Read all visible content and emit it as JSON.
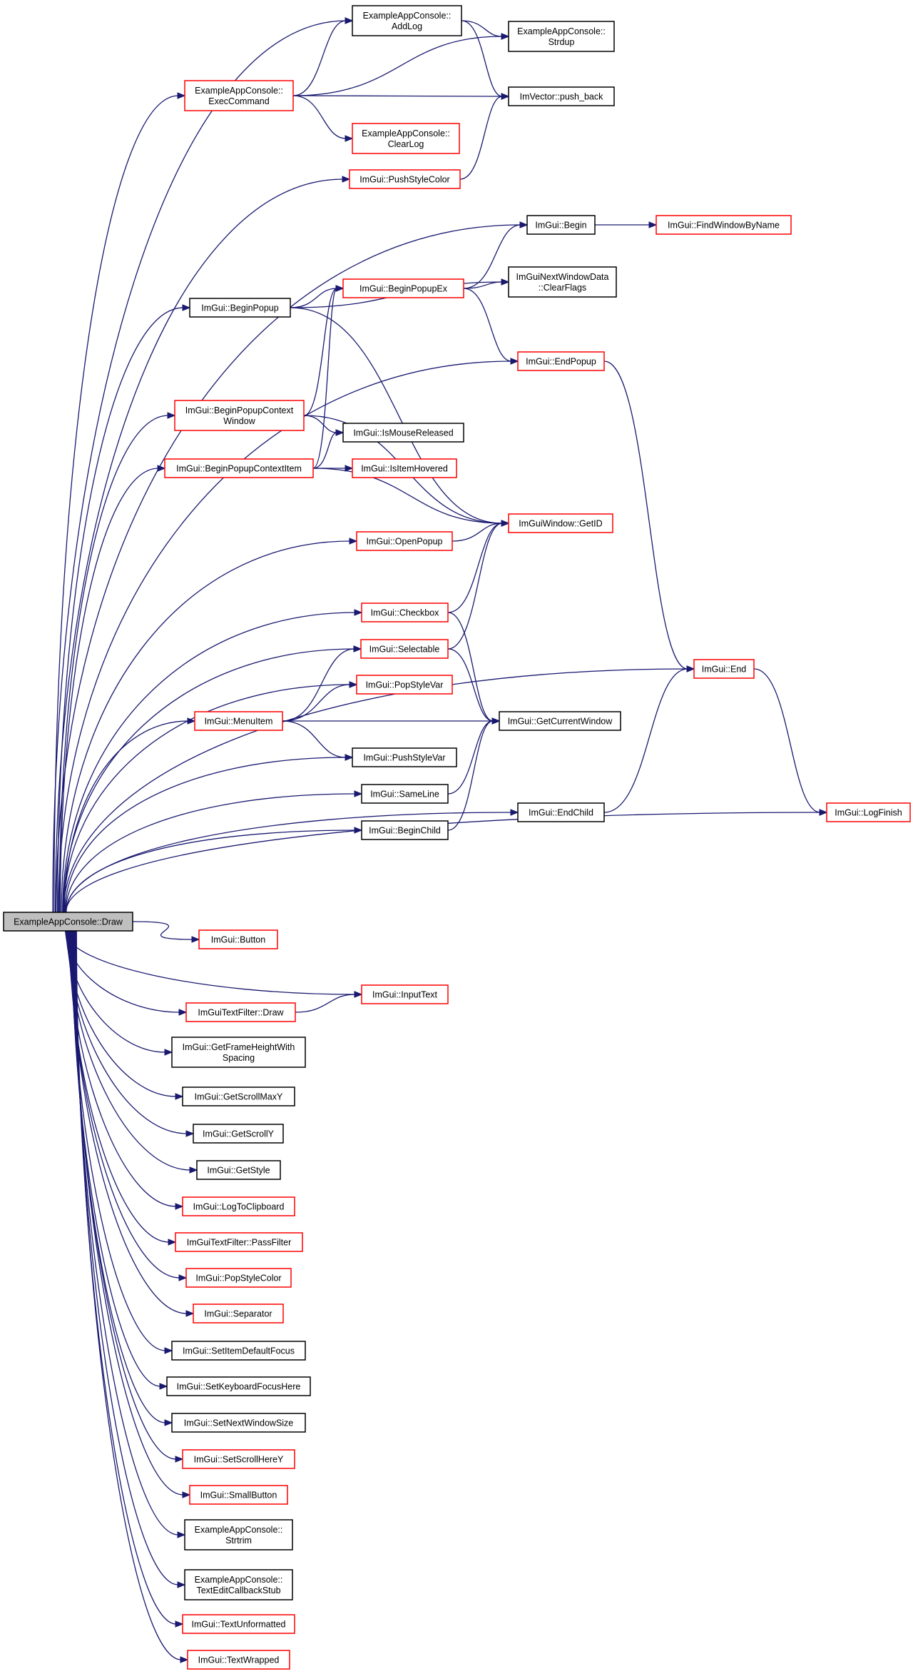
{
  "colors": {
    "edge": "#191970",
    "documented_border": "#000000",
    "undocumented_border": "#ff0000",
    "root_fill": "#bfbfbf"
  },
  "nodes": [
    {
      "id": "draw",
      "lines": [
        "ExampleAppConsole::Draw"
      ],
      "style": "root"
    },
    {
      "id": "addlog",
      "lines": [
        "ExampleAppConsole::",
        "AddLog"
      ],
      "style": "black"
    },
    {
      "id": "strdup",
      "lines": [
        "ExampleAppConsole::",
        "Strdup"
      ],
      "style": "black"
    },
    {
      "id": "exec",
      "lines": [
        "ExampleAppConsole::",
        "ExecCommand"
      ],
      "style": "red"
    },
    {
      "id": "pushback",
      "lines": [
        "ImVector::push_back"
      ],
      "style": "black"
    },
    {
      "id": "clearlog",
      "lines": [
        "ExampleAppConsole::",
        "ClearLog"
      ],
      "style": "red"
    },
    {
      "id": "pushstylecolor",
      "lines": [
        "ImGui::PushStyleColor"
      ],
      "style": "red"
    },
    {
      "id": "begin",
      "lines": [
        "ImGui::Begin"
      ],
      "style": "black"
    },
    {
      "id": "findwindow",
      "lines": [
        "ImGui::FindWindowByName"
      ],
      "style": "red"
    },
    {
      "id": "clearflags",
      "lines": [
        "ImGuiNextWindowData",
        "::ClearFlags"
      ],
      "style": "black"
    },
    {
      "id": "beginpopupex",
      "lines": [
        "ImGui::BeginPopupEx"
      ],
      "style": "red"
    },
    {
      "id": "beginpopup",
      "lines": [
        "ImGui::BeginPopup"
      ],
      "style": "black"
    },
    {
      "id": "endpopup",
      "lines": [
        "ImGui::EndPopup"
      ],
      "style": "red"
    },
    {
      "id": "bpcw",
      "lines": [
        "ImGui::BeginPopupContext",
        "Window"
      ],
      "style": "red"
    },
    {
      "id": "ismousereleased",
      "lines": [
        "ImGui::IsMouseReleased"
      ],
      "style": "black"
    },
    {
      "id": "bpci",
      "lines": [
        "ImGui::BeginPopupContextItem"
      ],
      "style": "red"
    },
    {
      "id": "isitemhovered",
      "lines": [
        "ImGui::IsItemHovered"
      ],
      "style": "red"
    },
    {
      "id": "openpopup",
      "lines": [
        "ImGui::OpenPopup"
      ],
      "style": "red"
    },
    {
      "id": "getid",
      "lines": [
        "ImGuiWindow::GetID"
      ],
      "style": "red"
    },
    {
      "id": "checkbox",
      "lines": [
        "ImGui::Checkbox"
      ],
      "style": "red"
    },
    {
      "id": "end",
      "lines": [
        "ImGui::End"
      ],
      "style": "red"
    },
    {
      "id": "selectable",
      "lines": [
        "ImGui::Selectable"
      ],
      "style": "red"
    },
    {
      "id": "popstylevar",
      "lines": [
        "ImGui::PopStyleVar"
      ],
      "style": "red"
    },
    {
      "id": "menuitem",
      "lines": [
        "ImGui::MenuItem"
      ],
      "style": "red"
    },
    {
      "id": "getcurrentwindow",
      "lines": [
        "ImGui::GetCurrentWindow"
      ],
      "style": "black"
    },
    {
      "id": "pushstylevar",
      "lines": [
        "ImGui::PushStyleVar"
      ],
      "style": "black"
    },
    {
      "id": "sameline",
      "lines": [
        "ImGui::SameLine"
      ],
      "style": "black"
    },
    {
      "id": "endchild",
      "lines": [
        "ImGui::EndChild"
      ],
      "style": "black"
    },
    {
      "id": "logfinish",
      "lines": [
        "ImGui::LogFinish"
      ],
      "style": "red"
    },
    {
      "id": "beginchild",
      "lines": [
        "ImGui::BeginChild"
      ],
      "style": "black"
    },
    {
      "id": "button",
      "lines": [
        "ImGui::Button"
      ],
      "style": "red"
    },
    {
      "id": "inputtext",
      "lines": [
        "ImGui::InputText"
      ],
      "style": "red"
    },
    {
      "id": "tfdraw",
      "lines": [
        "ImGuiTextFilter::Draw"
      ],
      "style": "red"
    },
    {
      "id": "getframeheight",
      "lines": [
        "ImGui::GetFrameHeightWith",
        "Spacing"
      ],
      "style": "black"
    },
    {
      "id": "getscrollmaxy",
      "lines": [
        "ImGui::GetScrollMaxY"
      ],
      "style": "black"
    },
    {
      "id": "getscrolly",
      "lines": [
        "ImGui::GetScrollY"
      ],
      "style": "black"
    },
    {
      "id": "getstyle",
      "lines": [
        "ImGui::GetStyle"
      ],
      "style": "black"
    },
    {
      "id": "logtoclipboard",
      "lines": [
        "ImGui::LogToClipboard"
      ],
      "style": "red"
    },
    {
      "id": "passfilter",
      "lines": [
        "ImGuiTextFilter::PassFilter"
      ],
      "style": "red"
    },
    {
      "id": "popstylecolor",
      "lines": [
        "ImGui::PopStyleColor"
      ],
      "style": "red"
    },
    {
      "id": "separator",
      "lines": [
        "ImGui::Separator"
      ],
      "style": "red"
    },
    {
      "id": "setitemdefaultfocus",
      "lines": [
        "ImGui::SetItemDefaultFocus"
      ],
      "style": "black"
    },
    {
      "id": "setkeyboardfocushere",
      "lines": [
        "ImGui::SetKeyboardFocusHere"
      ],
      "style": "black"
    },
    {
      "id": "setnextwindowsize",
      "lines": [
        "ImGui::SetNextWindowSize"
      ],
      "style": "black"
    },
    {
      "id": "setscrollherey",
      "lines": [
        "ImGui::SetScrollHereY"
      ],
      "style": "red"
    },
    {
      "id": "smallbutton",
      "lines": [
        "ImGui::SmallButton"
      ],
      "style": "red"
    },
    {
      "id": "strtrim",
      "lines": [
        "ExampleAppConsole::",
        "Strtrim"
      ],
      "style": "black"
    },
    {
      "id": "texteditcb",
      "lines": [
        "ExampleAppConsole::",
        "TextEditCallbackStub"
      ],
      "style": "black"
    },
    {
      "id": "textunformatted",
      "lines": [
        "ImGui::TextUnformatted"
      ],
      "style": "red"
    },
    {
      "id": "textwrapped",
      "lines": [
        "ImGui::TextWrapped"
      ],
      "style": "red"
    }
  ],
  "edges": [
    [
      "draw",
      "addlog"
    ],
    [
      "draw",
      "exec"
    ],
    [
      "draw",
      "pushstylecolor"
    ],
    [
      "draw",
      "begin"
    ],
    [
      "draw",
      "beginpopup"
    ],
    [
      "draw",
      "endpopup"
    ],
    [
      "draw",
      "bpcw"
    ],
    [
      "draw",
      "bpci"
    ],
    [
      "draw",
      "openpopup"
    ],
    [
      "draw",
      "checkbox"
    ],
    [
      "draw",
      "end"
    ],
    [
      "draw",
      "selectable"
    ],
    [
      "draw",
      "popstylevar"
    ],
    [
      "draw",
      "menuitem"
    ],
    [
      "draw",
      "pushstylevar"
    ],
    [
      "draw",
      "sameline"
    ],
    [
      "draw",
      "beginchild"
    ],
    [
      "draw",
      "endchild"
    ],
    [
      "draw",
      "logfinish"
    ],
    [
      "draw",
      "button"
    ],
    [
      "draw",
      "inputtext"
    ],
    [
      "draw",
      "tfdraw"
    ],
    [
      "draw",
      "getframeheight"
    ],
    [
      "draw",
      "getscrollmaxy"
    ],
    [
      "draw",
      "getscrolly"
    ],
    [
      "draw",
      "getstyle"
    ],
    [
      "draw",
      "logtoclipboard"
    ],
    [
      "draw",
      "passfilter"
    ],
    [
      "draw",
      "popstylecolor"
    ],
    [
      "draw",
      "separator"
    ],
    [
      "draw",
      "setitemdefaultfocus"
    ],
    [
      "draw",
      "setkeyboardfocushere"
    ],
    [
      "draw",
      "setnextwindowsize"
    ],
    [
      "draw",
      "setscrollherey"
    ],
    [
      "draw",
      "smallbutton"
    ],
    [
      "draw",
      "strtrim"
    ],
    [
      "draw",
      "texteditcb"
    ],
    [
      "draw",
      "textunformatted"
    ],
    [
      "draw",
      "textwrapped"
    ],
    [
      "addlog",
      "strdup"
    ],
    [
      "addlog",
      "pushback"
    ],
    [
      "exec",
      "addlog"
    ],
    [
      "exec",
      "strdup"
    ],
    [
      "exec",
      "pushback"
    ],
    [
      "exec",
      "clearlog"
    ],
    [
      "pushstylecolor",
      "pushback"
    ],
    [
      "begin",
      "findwindow"
    ],
    [
      "beginpopup",
      "beginpopupex"
    ],
    [
      "beginpopup",
      "clearflags"
    ],
    [
      "beginpopup",
      "getid"
    ],
    [
      "beginpopupex",
      "begin"
    ],
    [
      "beginpopupex",
      "clearflags"
    ],
    [
      "beginpopupex",
      "endpopup"
    ],
    [
      "endpopup",
      "end"
    ],
    [
      "bpcw",
      "beginpopupex"
    ],
    [
      "bpcw",
      "ismousereleased"
    ],
    [
      "bpcw",
      "getid"
    ],
    [
      "bpci",
      "beginpopupex"
    ],
    [
      "bpci",
      "ismousereleased"
    ],
    [
      "bpci",
      "isitemhovered"
    ],
    [
      "bpci",
      "getid"
    ],
    [
      "openpopup",
      "getid"
    ],
    [
      "checkbox",
      "getid"
    ],
    [
      "checkbox",
      "getcurrentwindow"
    ],
    [
      "selectable",
      "getid"
    ],
    [
      "selectable",
      "getcurrentwindow"
    ],
    [
      "menuitem",
      "selectable"
    ],
    [
      "menuitem",
      "popstylevar"
    ],
    [
      "menuitem",
      "getcurrentwindow"
    ],
    [
      "menuitem",
      "pushstylevar"
    ],
    [
      "sameline",
      "getcurrentwindow"
    ],
    [
      "beginchild",
      "getcurrentwindow"
    ],
    [
      "endchild",
      "end"
    ],
    [
      "end",
      "logfinish"
    ],
    [
      "tfdraw",
      "inputtext"
    ]
  ]
}
